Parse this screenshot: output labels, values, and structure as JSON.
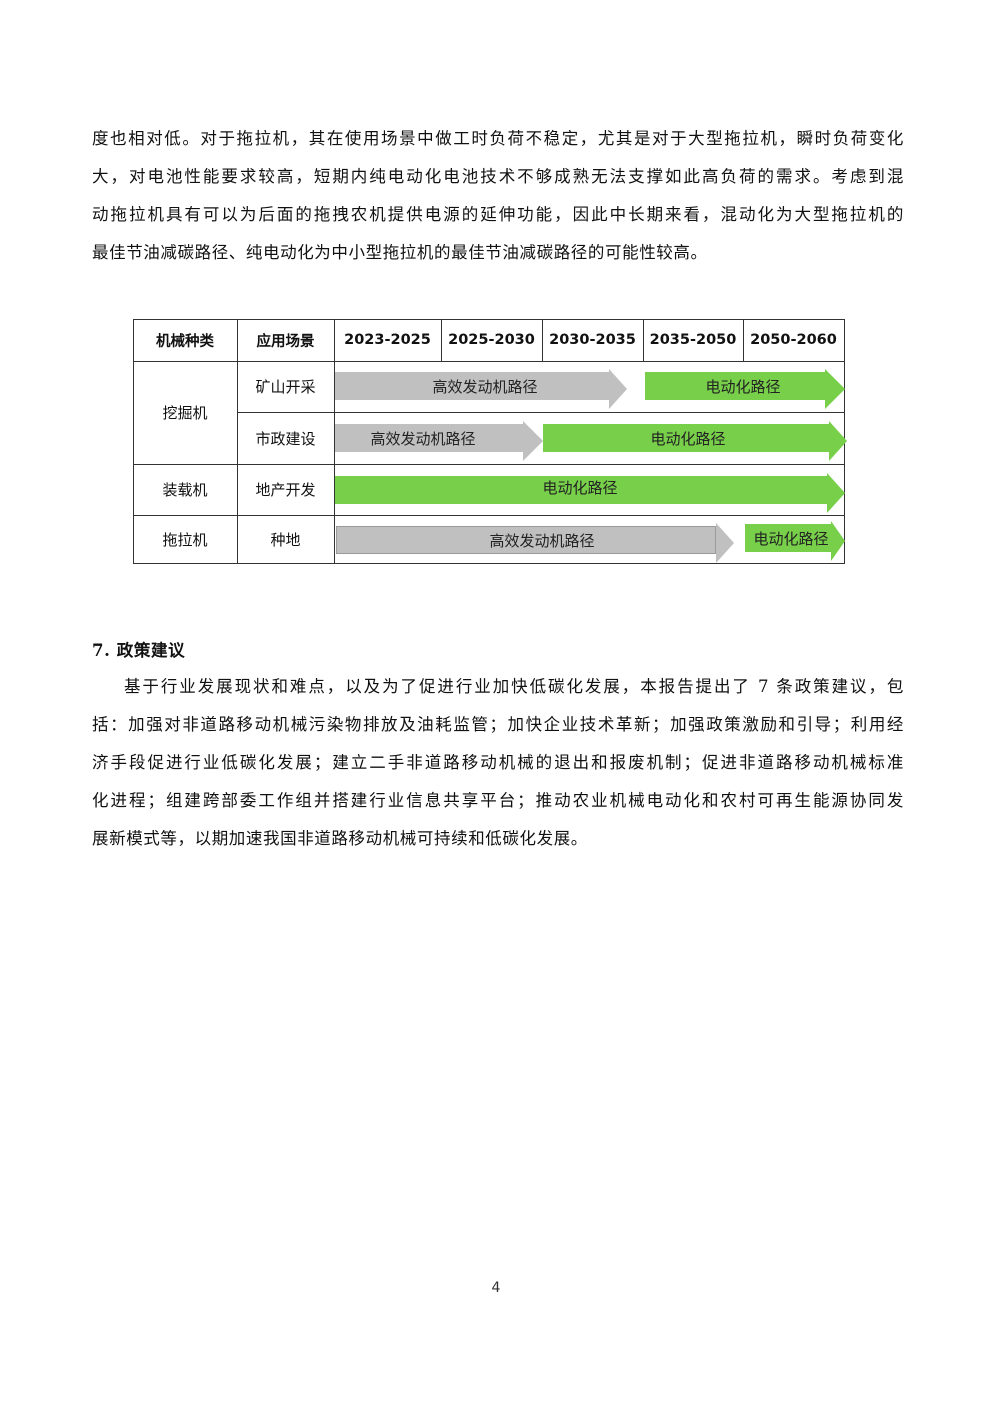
{
  "intro": {
    "lines": [
      "度也相对低。对于拖拉机，其在使用场景中做工时负荷不稳定，尤其是对于大型拖拉机，瞬时负荷变化",
      "大，对电池性能要求较高，短期内纯电动化电池技术不够成熟无法支撑如此高负荷的需求。考虑到混",
      "动拖拉机具有可以为后面的拖拽农机提供电源的延伸功能，因此中长期来看，混动化为大型拖拉机的",
      "最佳节油减碳路径、纯电动化为中小型拖拉机的最佳节油减碳路径的可能性较高。"
    ]
  },
  "roadmap": {
    "headers": [
      "机械种类",
      "应用场景",
      "2023-2025",
      "2025-2030",
      "2030-2035",
      "2035-2050",
      "2050-2060"
    ],
    "groups": [
      {
        "machine": "挖掘机",
        "scenarios": [
          {
            "scene": "矿山开采",
            "arrows": [
              {
                "label": "高效发动机路径",
                "kind": "gray"
              },
              {
                "label": "电动化路径",
                "kind": "green"
              }
            ]
          },
          {
            "scene": "市政建设",
            "arrows": [
              {
                "label": "高效发动机路径",
                "kind": "gray"
              },
              {
                "label": "电动化路径",
                "kind": "green"
              }
            ]
          }
        ]
      },
      {
        "machine": "装载机",
        "scenarios": [
          {
            "scene": "地产开发",
            "arrows": [
              {
                "label": "电动化路径",
                "kind": "green"
              }
            ]
          }
        ]
      },
      {
        "machine": "拖拉机",
        "scenarios": [
          {
            "scene": "种地",
            "arrows": [
              {
                "label": "高效发动机路径",
                "kind": "gray"
              },
              {
                "label": "电动化路径",
                "kind": "green"
              }
            ]
          }
        ]
      }
    ],
    "colors": {
      "gray": "#c0c0c0",
      "green": "#77cf4a",
      "border": "#333333"
    }
  },
  "section": {
    "heading": "7. 政策建议",
    "lines": [
      "基于行业发展现状和难点，以及为了促进行业加快低碳化发展，本报告提出了 7 条政策建议，包",
      "括：加强对非道路移动机械污染物排放及油耗监管；加快企业技术革新；加强政策激励和引导；利用经",
      "济手段促进行业低碳化发展；建立二手非道路移动机械的退出和报废机制；促进非道路移动机械标准",
      "化进程；组建跨部委工作组并搭建行业信息共享平台；推动农业机械电动化和农村可再生能源协同发",
      "展新模式等，以期加速我国非道路移动机械可持续和低碳化发展。"
    ]
  },
  "footer": {
    "page_number": "4"
  }
}
